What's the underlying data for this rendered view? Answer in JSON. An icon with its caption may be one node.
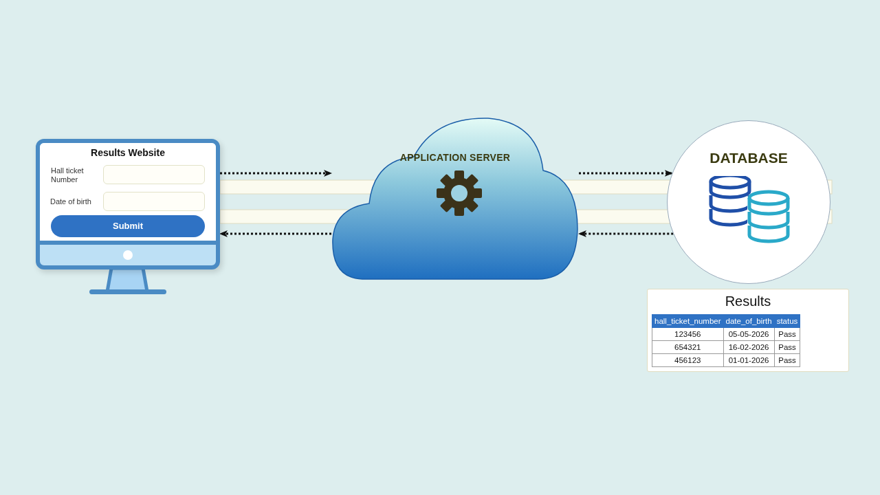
{
  "diagram": {
    "nodes": [
      {
        "text": [
          "Results Website",
          "Hall ticket Number",
          "Date of birth",
          "Submit"
        ]
      },
      {
        "text": [
          "APPLICATION SERVER"
        ]
      },
      {
        "text": [
          "DATABASE"
        ]
      },
      {
        "text": [
          "Results"
        ]
      }
    ],
    "edges": [
      {
        "from": 0,
        "to": 1,
        "arrow": "to"
      },
      {
        "from": 1,
        "to": 0,
        "arrow": "to"
      },
      {
        "from": 1,
        "to": 2,
        "arrow": "to"
      },
      {
        "from": 2,
        "to": 1,
        "arrow": "to"
      }
    ],
    "labels": [
      "hall_ticket_number",
      "date_of_birth",
      "status",
      "123456",
      "05-05-2026",
      "Pass",
      "654321",
      "16-02-2026",
      "Pass",
      "456123",
      "01-01-2026",
      "Pass"
    ]
  }
}
